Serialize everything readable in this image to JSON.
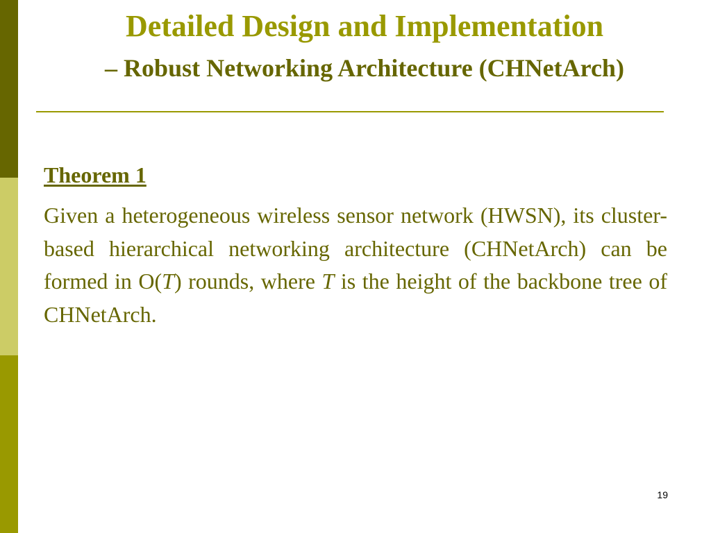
{
  "slide": {
    "title": "Detailed Design and Implementation",
    "subtitle": "– Robust Networking Architecture (CHNetArch)",
    "theorem_heading": "Theorem 1",
    "theorem_body": [
      {
        "text": "Given a heterogeneous wireless sensor network (HWSN), its cluster-based hierarchical networking architecture (CHNetArch) can be formed in O(",
        "italic": false
      },
      {
        "text": "T",
        "italic": true
      },
      {
        "text": ") rounds, where ",
        "italic": false
      },
      {
        "text": "T",
        "italic": true
      },
      {
        "text": " is the height of the backbone tree of CHNetArch.",
        "italic": false
      }
    ],
    "page_number": "19"
  },
  "colors": {
    "title": "#999900",
    "subtitle": "#666600",
    "rule": "#999900",
    "heading": "#666600",
    "body": "#666600",
    "sidebar_top": "#666600",
    "sidebar_mid": "#cccc66",
    "sidebar_bottom": "#999900",
    "page_number": "#000000"
  }
}
